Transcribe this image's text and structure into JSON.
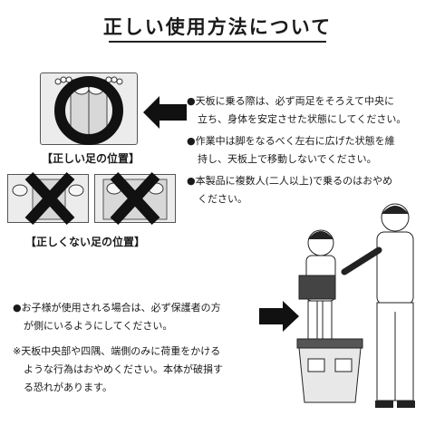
{
  "title": "正しい使用方法について",
  "captions": {
    "correct": "【正しい足の位置】",
    "incorrect": "【正しくない足の位置】"
  },
  "instructions": [
    [
      "●天板に乗る際は、必ず両足をそろえて中央に",
      "立ち、身体を安定させた状態にしてください。"
    ],
    [
      "●作業中は脚をなるべく左右に広げた状態を維",
      "持し、天板上で移動しないでください。"
    ],
    [
      "●本製品に複数人(二人以上)で乗るのはおやめ",
      "ください。"
    ]
  ],
  "child_note": [
    "●お子様が使用される場合は、必ず保護者の方",
    "が側にいるようにしてください。"
  ],
  "caution_note": [
    "※天板中央部や四隅、端側のみに荷重をかける",
    "ような行為はおやめください。本体が破損す",
    "る恐れがあります。"
  ],
  "icons": {
    "correct_mark": "circle-icon",
    "wrong_mark": "cross-icon",
    "arrow": "left-arrow-icon"
  },
  "colors": {
    "ink": "#1a1a1a",
    "panel": "#ececec",
    "mark": "#111111"
  }
}
